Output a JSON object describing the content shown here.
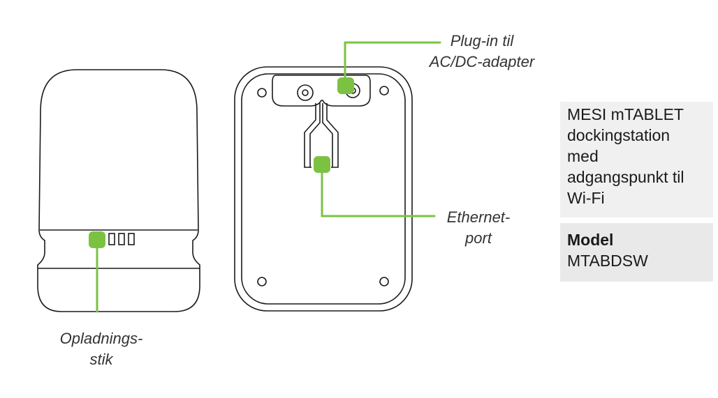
{
  "labels": {
    "plugin": [
      "Plug-in til",
      "AC/DC-adapter"
    ],
    "ethernet": [
      "Ethernet-",
      "port"
    ],
    "charging": [
      "Opladnings-",
      "stik"
    ]
  },
  "info": {
    "title_lines": [
      "MESI mTABLET",
      "dockingstation",
      "med",
      "adgangspunkt til",
      "Wi-Fi"
    ],
    "model_label": "Model",
    "model_value": "MTABDSW"
  },
  "colors": {
    "accent": "#7cc242",
    "outline": "#1a1a1a",
    "panel": "#f0f0f0"
  }
}
